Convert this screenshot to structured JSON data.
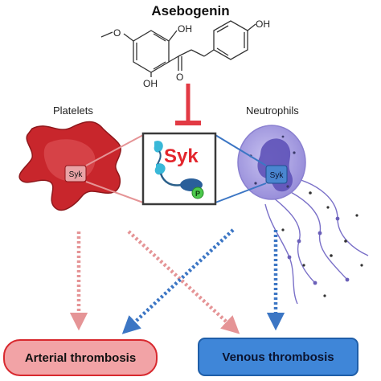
{
  "compound": {
    "name": "Asebogenin",
    "substituent_oh_top": "OH",
    "substituent_oh_right": "OH",
    "substituent_oh_bottom": "OH",
    "substituent_ketone_o": "O",
    "substituent_methoxy_o": "O"
  },
  "cells": {
    "platelets_label": "Platelets",
    "neutrophils_label": "Neutrophils",
    "platelet_kinase_label": "Syk",
    "neutrophil_kinase_label": "Syk"
  },
  "kinase": {
    "label": "Syk",
    "phospho_label": "P"
  },
  "outcomes": {
    "arterial": "Arterial thrombosis",
    "venous": "Venous thrombosis"
  },
  "colors": {
    "inhibitor_red": "#e23a44",
    "platelet_red": "#c8262c",
    "platelet_dark": "#8e171b",
    "neutrophil_fill": "#a9a1e4",
    "neutrophil_nucleus": "#5e52b8",
    "pink_arrow": "#e59496",
    "blue_arrow": "#3c76c4",
    "syk_text": "#e3262d",
    "syk_box_border": "#3a3a3a"
  }
}
